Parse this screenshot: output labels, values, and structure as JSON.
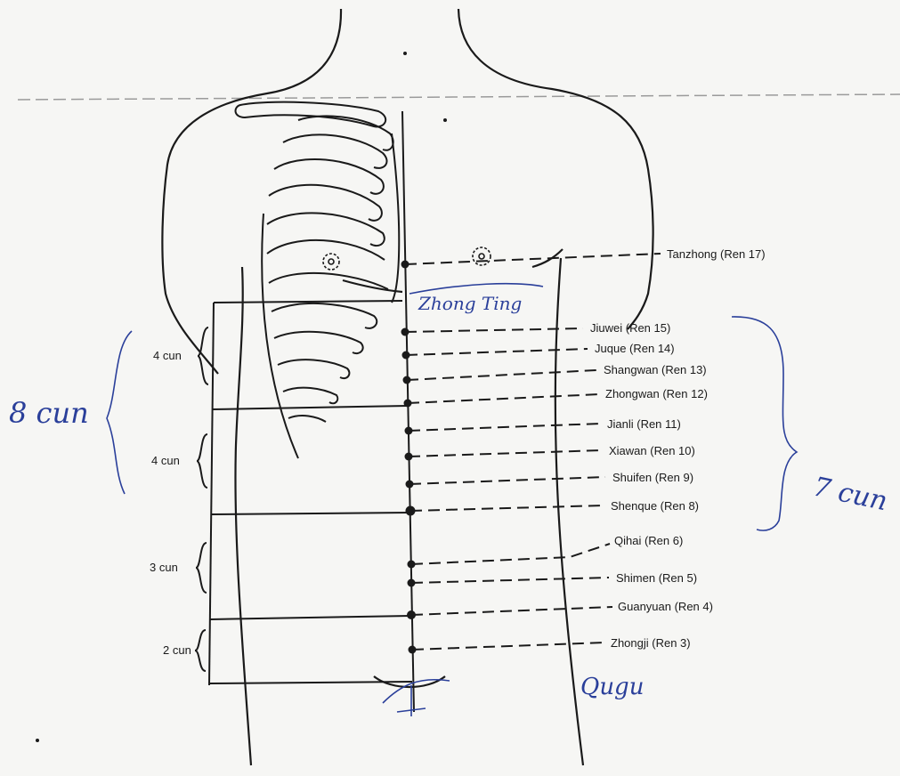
{
  "points": [
    {
      "name": "Tanzhong (Ren 17)"
    },
    {
      "name": "Jiuwei (Ren 15)"
    },
    {
      "name": "Juque (Ren 14)"
    },
    {
      "name": "Shangwan (Ren 13)"
    },
    {
      "name": "Zhongwan (Ren 12)"
    },
    {
      "name": "Jianli (Ren 11)"
    },
    {
      "name": "Xiawan (Ren 10)"
    },
    {
      "name": "Shuifen (Ren 9)"
    },
    {
      "name": "Shenque (Ren 8)"
    },
    {
      "name": "Qihai (Ren 6)"
    },
    {
      "name": "Shimen (Ren 5)"
    },
    {
      "name": "Guanyuan (Ren 4)"
    },
    {
      "name": "Zhongji (Ren 3)"
    }
  ],
  "cun_labels": [
    "4 cun",
    "4 cun",
    "3 cun",
    "2 cun"
  ],
  "handwritten": {
    "left_brace_note": "8 cun",
    "right_brace_note": "7 cun",
    "xiphoid_note": "Zhong Ting",
    "pubic_note": "Qugu"
  },
  "colors": {
    "ink": "#1a1a1a",
    "pen": "#2a3f9a",
    "paper": "#f6f6f4"
  }
}
